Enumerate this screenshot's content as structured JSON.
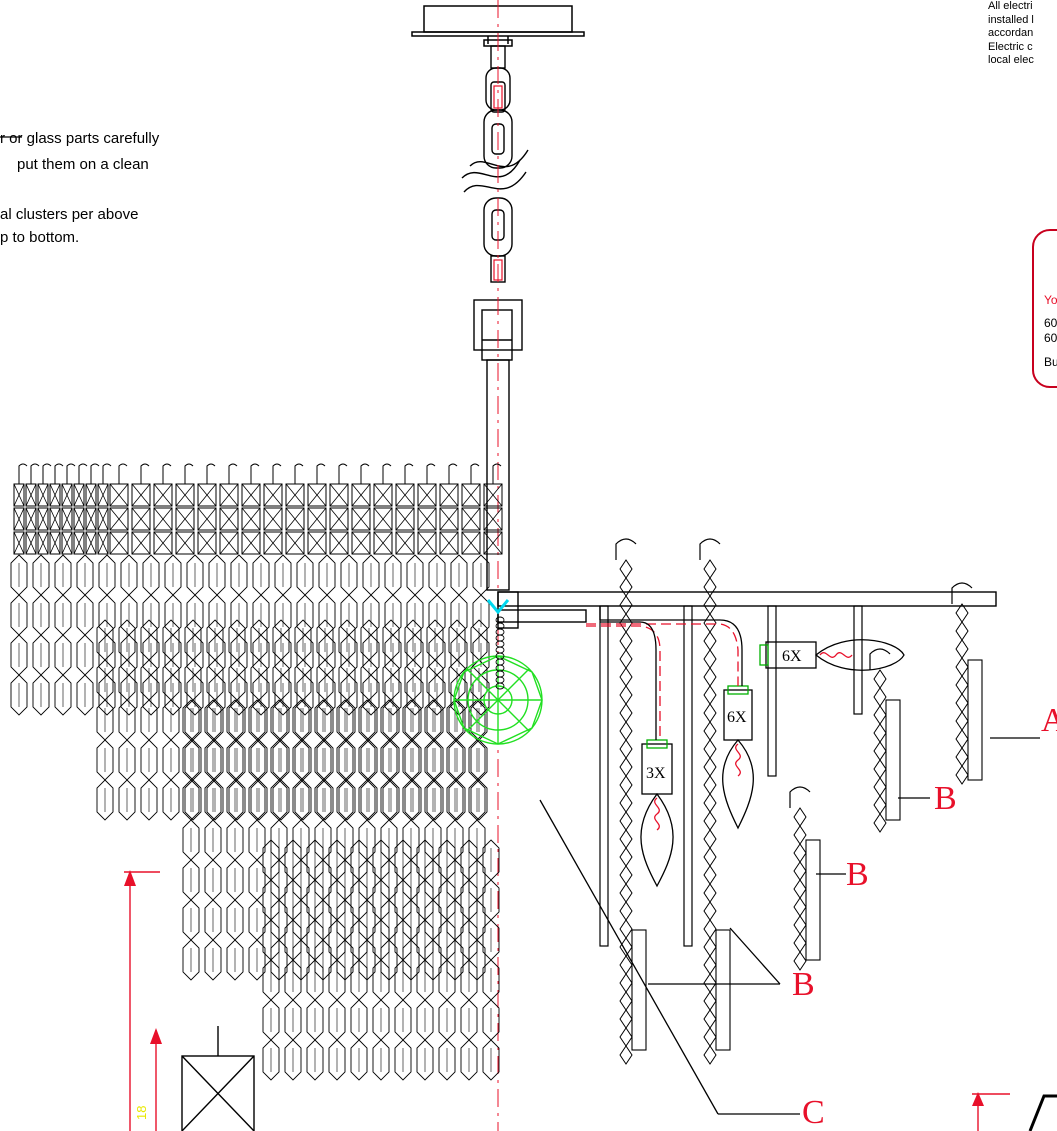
{
  "top_right_note": [
    "All electri",
    "installed l",
    "accordan",
    "Electric c",
    "local elec"
  ],
  "left_notes": [
    "r or glass parts carefully",
    "put them on a clean",
    "al clusters per above",
    "p to bottom."
  ],
  "warning": [
    "Yo",
    "60",
    "60",
    "Bu"
  ],
  "bulb_labels": [
    "6X",
    "6X",
    "3X"
  ],
  "callouts": [
    "A",
    "B",
    "B",
    "B",
    "C"
  ],
  "dimension_label": "18",
  "colors": {
    "accent_red": "#e8102a",
    "crystal_green": "#22e022",
    "wire_red": "#e8102a",
    "connector_green": "#00b000",
    "clip_cyan": "#00d8f0",
    "dimension_yellow": "#e8e800"
  }
}
